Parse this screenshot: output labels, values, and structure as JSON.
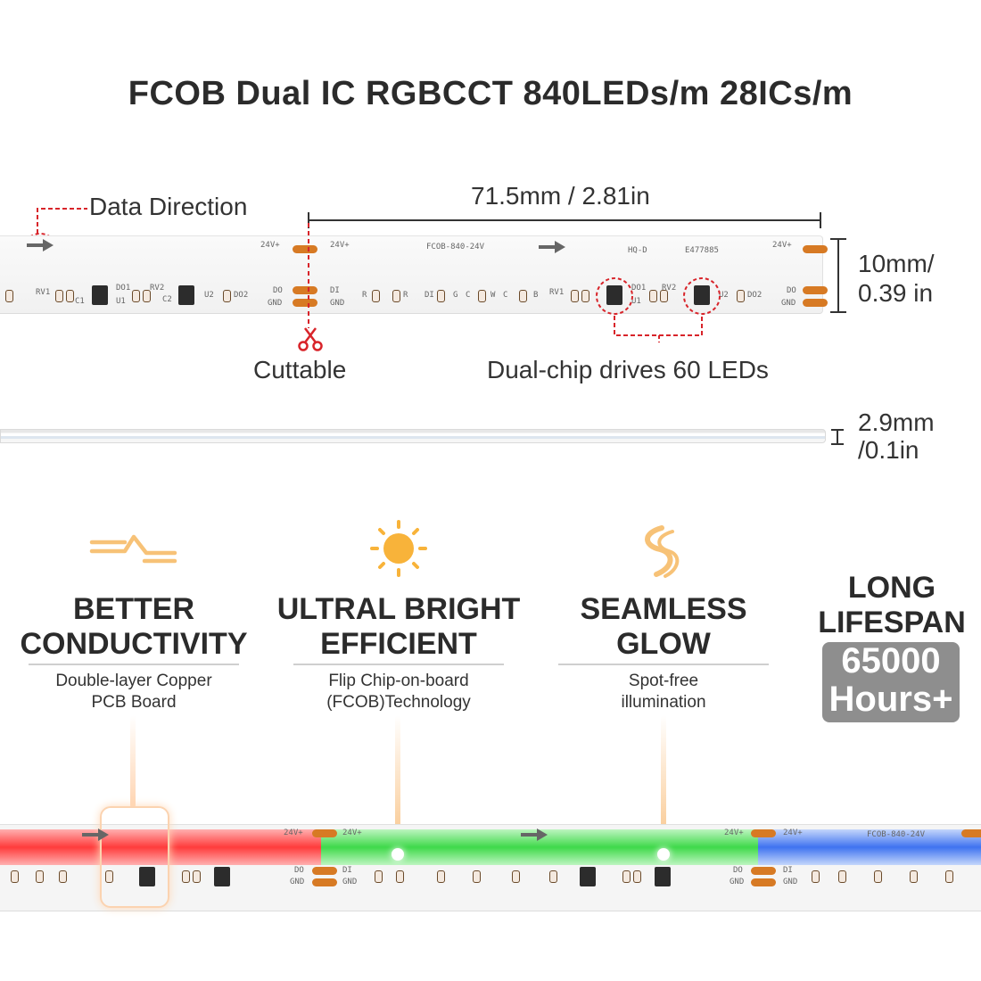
{
  "title": "FCOB Dual IC RGBCCT 840LEDs/m 28ICs/m",
  "annotations": {
    "data_direction": "Data Direction",
    "length": "71.5mm / 2.81in",
    "width_line1": "10mm/",
    "width_line2": "0.39 in",
    "cuttable": "Cuttable",
    "dual_chip": "Dual-chip drives 60 LEDs",
    "thickness_line1": "2.9mm",
    "thickness_line2": "/0.1in"
  },
  "strip_markings": {
    "v24": "24V+",
    "do": "DO",
    "di": "DI",
    "gnd": "GND",
    "model": "FCOB-840-24V",
    "cert_logo": "HQ-D",
    "cert_no": "E477885",
    "chip_u1": "U1",
    "chip_u2": "U2",
    "do1": "DO1",
    "do2": "DO2",
    "rv1": "RV1",
    "rv2": "RV2",
    "c1": "C1",
    "c2": "C2",
    "r": "R",
    "b": "B",
    "g": "G",
    "c": "C",
    "w": "W"
  },
  "features": [
    {
      "icon": "conductivity-icon",
      "title_line1": "BETTER",
      "title_line2": "CONDUCTIVITY",
      "sub_line1": "Double-layer Copper",
      "sub_line2": "PCB Board"
    },
    {
      "icon": "sun-icon",
      "title_line1": "ULTRAL BRIGHT",
      "title_line2": "EFFICIENT",
      "sub_line1": "Flip Chip-on-board",
      "sub_line2": "(FCOB)Technology"
    },
    {
      "icon": "wave-icon",
      "title_line1": "SEAMLESS",
      "title_line2": "GLOW",
      "sub_line1": "Spot-free",
      "sub_line2": "illumination"
    }
  ],
  "lifespan": {
    "title_line1": "LONG",
    "title_line2": "LIFESPAN",
    "hours_line1": "65000",
    "hours_line2": "Hours+"
  },
  "colors": {
    "accent_orange": "#f7c277",
    "cut_red": "#d8242a",
    "pad_orange": "#d77a24",
    "glow_red": "#ff3b3b",
    "glow_green": "#3fd94a",
    "glow_blue": "#3f73f0",
    "lifespan_box": "#8e8e8e"
  }
}
